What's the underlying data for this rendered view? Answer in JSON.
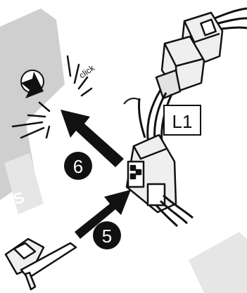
{
  "diagram": {
    "connector_label": "L1",
    "click_text": "click",
    "steps": [
      {
        "number": "6"
      },
      {
        "number": "5"
      }
    ],
    "watermark_text": "CS"
  },
  "colors": {
    "watermark": "#cfcfcf",
    "watermark_light": "#e6e6e6",
    "ink": "#111111",
    "connector_fill": "#efefef",
    "background": "#ffffff"
  }
}
